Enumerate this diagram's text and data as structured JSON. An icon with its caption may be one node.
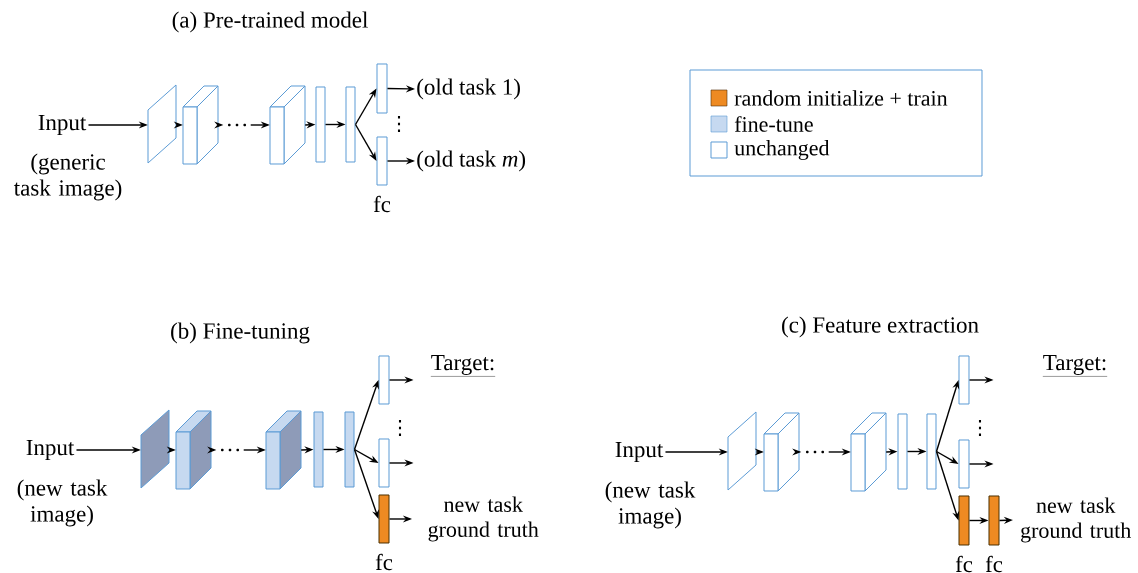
{
  "diagram": {
    "nodes": [
      {
        "text": [
          "Input"
        ],
        "beside": [
          "(generic task image)"
        ]
      },
      {
        "text": [],
        "shape": "parallelogram"
      },
      {
        "text": [],
        "shape": "box"
      },
      {
        "text": [
          "…"
        ]
      },
      {
        "text": [],
        "shape": "box"
      },
      {
        "text": [],
        "shape": "bar"
      },
      {
        "text": [],
        "shape": "bar"
      },
      {
        "text": [],
        "shape": "bar"
      },
      {
        "text": [],
        "shape": "bar",
        "beside": [
          "fc"
        ]
      },
      {
        "text": [
          "(old task 1)"
        ]
      },
      {
        "text": [
          "(old task *m*)"
        ]
      },
      {
        "text": [
          "Input"
        ],
        "beside": [
          "(new task image)"
        ]
      },
      {
        "text": [],
        "shape": "parallelogram"
      },
      {
        "text": [],
        "shape": "box"
      },
      {
        "text": [
          "…"
        ]
      },
      {
        "text": [],
        "shape": "box"
      },
      {
        "text": [],
        "shape": "bar"
      },
      {
        "text": [],
        "shape": "bar"
      },
      {
        "text": [],
        "shape": "bar"
      },
      {
        "text": [],
        "shape": "bar"
      },
      {
        "text": [],
        "shape": "bar",
        "beside": [
          "fc"
        ]
      },
      {
        "text": [
          "new task ground truth"
        ]
      },
      {
        "text": [
          "Input"
        ],
        "beside": [
          "(new task image)"
        ]
      },
      {
        "text": [],
        "shape": "parallelogram"
      },
      {
        "text": [],
        "shape": "box"
      },
      {
        "text": [
          "…"
        ]
      },
      {
        "text": [],
        "shape": "box"
      },
      {
        "text": [],
        "shape": "bar"
      },
      {
        "text": [],
        "shape": "bar"
      },
      {
        "text": [],
        "shape": "bar"
      },
      {
        "text": [],
        "shape": "bar"
      },
      {
        "text": [],
        "shape": "bar",
        "beside": [
          "fc"
        ]
      },
      {
        "text": [],
        "shape": "bar",
        "beside": [
          "fc"
        ]
      },
      {
        "text": [
          "new task ground truth"
        ]
      }
    ],
    "edges": [
      {
        "from": 0,
        "to": 1,
        "arrow": "to"
      },
      {
        "from": 1,
        "to": 2,
        "arrow": "to"
      },
      {
        "from": 2,
        "to": 3,
        "arrow": "to"
      },
      {
        "from": 3,
        "to": 4,
        "arrow": "to"
      },
      {
        "from": 4,
        "to": 5,
        "arrow": "to"
      },
      {
        "from": 5,
        "to": 6,
        "arrow": "to"
      },
      {
        "from": 6,
        "to": 7,
        "arrow": "to"
      },
      {
        "from": 6,
        "to": 8,
        "arrow": "to"
      },
      {
        "from": 7,
        "to": 9,
        "arrow": "to"
      },
      {
        "from": 8,
        "to": 10,
        "arrow": "to"
      },
      {
        "from": 11,
        "to": 12,
        "arrow": "to"
      },
      {
        "from": 12,
        "to": 13,
        "arrow": "to"
      },
      {
        "from": 13,
        "to": 14,
        "arrow": "to"
      },
      {
        "from": 14,
        "to": 15,
        "arrow": "to"
      },
      {
        "from": 15,
        "to": 16,
        "arrow": "to"
      },
      {
        "from": 16,
        "to": 17,
        "arrow": "to"
      },
      {
        "from": 17,
        "to": 18,
        "arrow": "to"
      },
      {
        "from": 17,
        "to": 19,
        "arrow": "to"
      },
      {
        "from": 17,
        "to": 20,
        "arrow": "to"
      },
      {
        "from": 18,
        "to": null,
        "arrow": "to"
      },
      {
        "from": 19,
        "to": null,
        "arrow": "to"
      },
      {
        "from": 20,
        "to": 21,
        "arrow": "to"
      },
      {
        "from": 22,
        "to": 23,
        "arrow": "to"
      },
      {
        "from": 23,
        "to": 24,
        "arrow": "to"
      },
      {
        "from": 24,
        "to": 25,
        "arrow": "to"
      },
      {
        "from": 25,
        "to": 26,
        "arrow": "to"
      },
      {
        "from": 26,
        "to": 27,
        "arrow": "to"
      },
      {
        "from": 27,
        "to": 28,
        "arrow": "to"
      },
      {
        "from": 28,
        "to": 29,
        "arrow": "to"
      },
      {
        "from": 28,
        "to": 30,
        "arrow": "to"
      },
      {
        "from": 28,
        "to": 31,
        "arrow": "to"
      },
      {
        "from": 29,
        "to": null,
        "arrow": "to"
      },
      {
        "from": 30,
        "to": null,
        "arrow": "to"
      },
      {
        "from": 31,
        "to": 32,
        "arrow": "to"
      },
      {
        "from": 32,
        "to": 33,
        "arrow": "to"
      }
    ],
    "labels": [
      "(a) Pre-trained model",
      "⋮",
      "(b) Fine-tuning",
      "(c) Feature extraction",
      "Target:",
      "⋮",
      "Target:",
      "⋮"
    ],
    "legend": [
      {
        "text": "random initialize + train",
        "color": "#ee8a22"
      },
      {
        "text": "fine-tune",
        "color": "#c6d9f0"
      },
      {
        "text": "unchanged"
      }
    ]
  }
}
